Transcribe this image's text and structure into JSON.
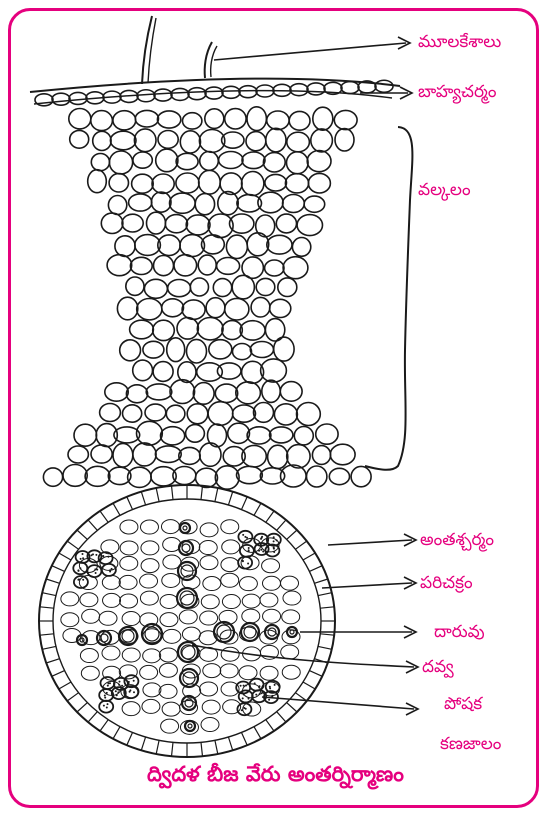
{
  "labels": {
    "root_hairs": "మూలకేశాలు",
    "epidermis": "బాహ్యచర్మం",
    "cortex": "వల్కలం",
    "endodermis": "అంతశ్చర్మం",
    "pericycle": "పరిచక్రం",
    "xylem": "దారువు",
    "pith": "దవ్వ",
    "phloem_line1": "పోషక",
    "phloem_line2": "కణజాలం"
  },
  "title": "ద్విదళ బీజ వేరు అంతర్నిర్మాణం",
  "colors": {
    "accent": "#e5007e",
    "ink": "#1a1a1a"
  }
}
